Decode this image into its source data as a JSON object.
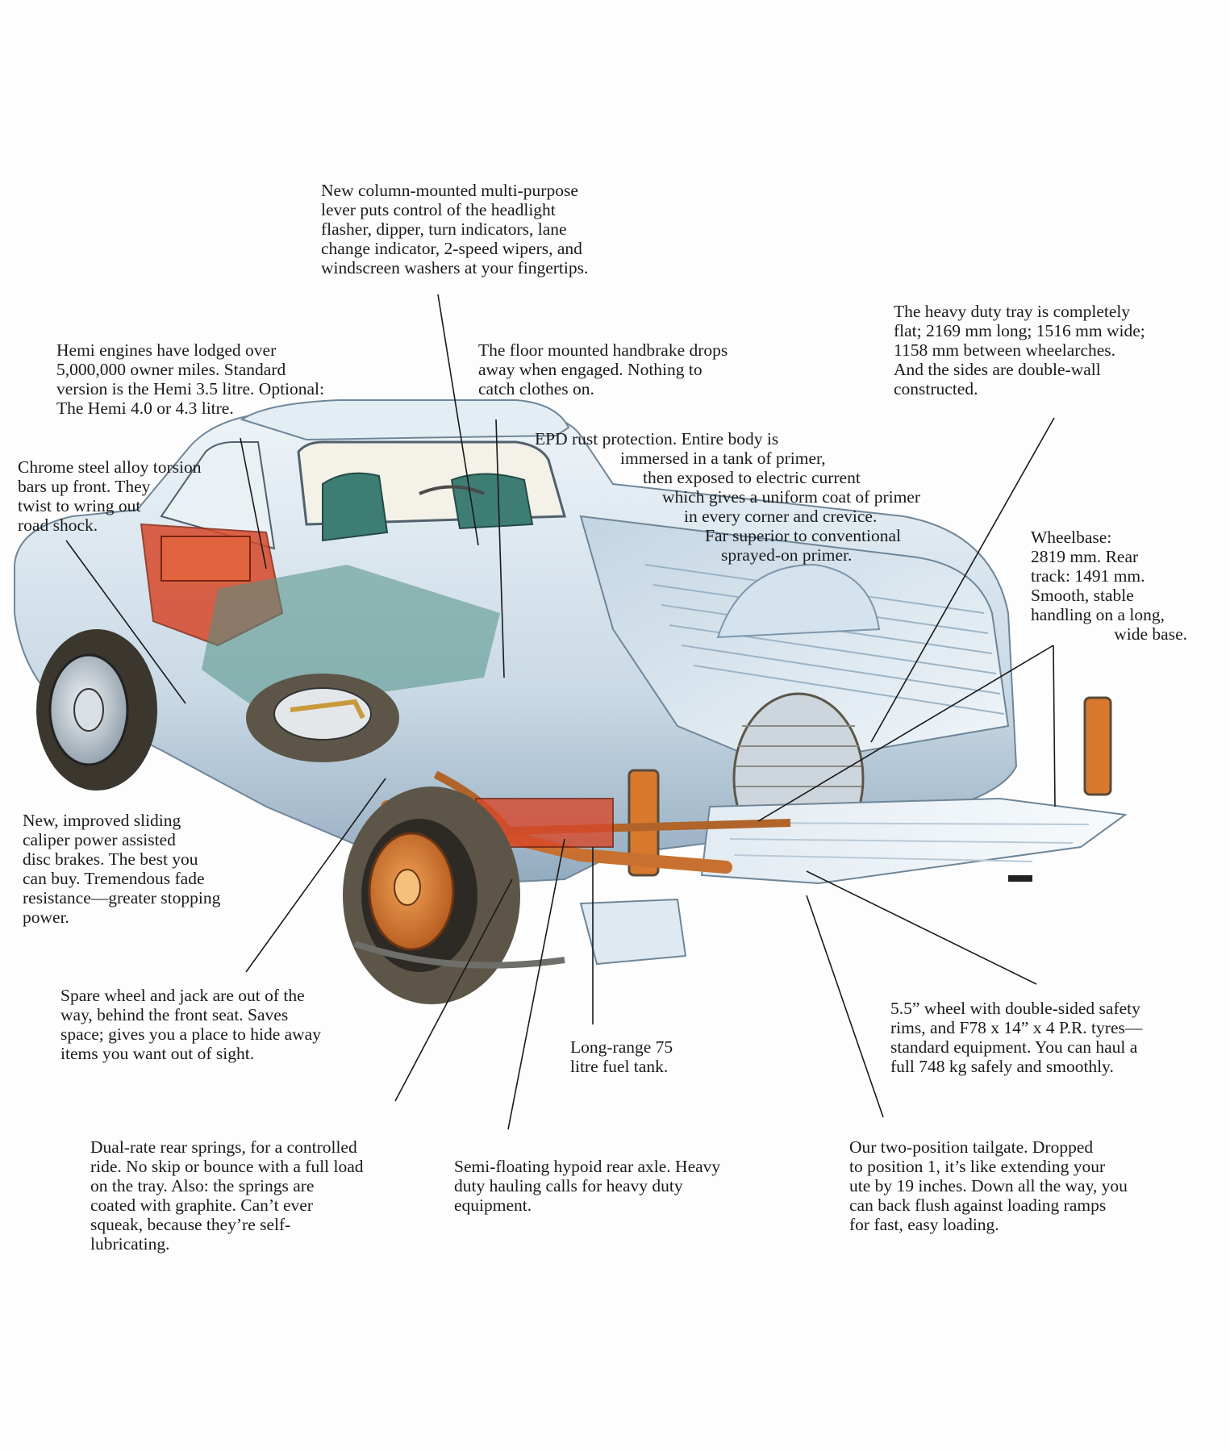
{
  "captions": {
    "column_lever": [
      "New column-mounted multi-purpose",
      "lever puts control of the headlight",
      "flasher, dipper, turn indicators, lane",
      "change indicator, 2-speed wipers, and",
      "windscreen washers at your fingertips."
    ],
    "tray": [
      "The heavy duty tray is completely",
      "flat; 2169 mm long; 1516 mm wide;",
      "1158 mm between wheelarches.",
      "And the sides are double-wall",
      "constructed."
    ],
    "hemi": [
      "Hemi engines have lodged over",
      "5,000,000 owner miles. Standard",
      "version is the Hemi 3.5 litre. Optional:",
      "The Hemi 4.0 or 4.3 litre."
    ],
    "handbrake": [
      "The floor mounted handbrake drops",
      "away when engaged. Nothing to",
      "catch clothes on."
    ],
    "epd": [
      "EPD rust protection. Entire body is",
      "immersed in a tank of primer,",
      "then exposed to electric current",
      "which gives a uniform coat of primer",
      "in every corner and crevice.",
      "Far superior to conventional",
      "sprayed-on primer."
    ],
    "torsion": [
      "Chrome steel alloy torsion",
      "bars up front. They",
      "twist to wring out",
      "road shock."
    ],
    "wheelbase": [
      "Wheelbase:",
      "2819 mm. Rear",
      "track: 1491 mm.",
      "Smooth, stable",
      "handling on a long,",
      "wide  base."
    ],
    "brakes": [
      "New, improved sliding",
      "caliper power assisted",
      "disc brakes. The best you",
      "can buy. Tremendous fade",
      "resistance—greater stopping",
      "power."
    ],
    "spare": [
      "Spare wheel and jack are out of the",
      "way, behind the front seat. Saves",
      "space; gives you a place to hide away",
      "items you want out of sight."
    ],
    "wheel": [
      "5.5” wheel with double-sided safety",
      "rims, and F78 x 14” x 4 P.R. tyres—",
      "standard equipment. You can haul a",
      "full 748 kg safely and smoothly."
    ],
    "fuel": [
      "Long-range 75",
      "litre fuel tank."
    ],
    "springs": [
      "Dual-rate rear springs, for a controlled",
      "ride. No skip or bounce with a full load",
      "on the tray. Also: the springs are",
      "coated with graphite. Can’t ever",
      "squeak, because they’re self-",
      "lubricating."
    ],
    "axle": [
      "Semi-floating hypoid rear axle. Heavy",
      "duty hauling calls for heavy duty",
      "equipment."
    ],
    "tailgate": [
      "Our two-position tailgate. Dropped",
      "to position 1, it’s like extending your",
      "ute by 19 inches. Down all the way, you",
      "can back flush against loading ramps",
      "for fast, easy loading."
    ]
  },
  "colors": {
    "body": "#d9e6ef",
    "body_shadow": "#9fb6c8",
    "cutaway_red": "#d8482a",
    "copper": "#c8702f",
    "tyre": "#5d5648",
    "interior_green": "#3e7d74",
    "leader_line": "#1a1a1a"
  }
}
